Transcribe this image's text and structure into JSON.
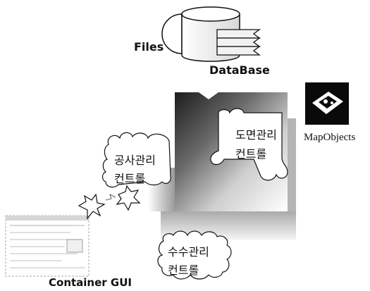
{
  "diagram": {
    "files_label": "Files",
    "database_label": "DataBase",
    "mapobjects_label": "MapObjects",
    "container_label": "Container GUI",
    "drawing_control": {
      "line1": "도면관리",
      "line2": "컨트롤"
    },
    "construction_control": {
      "line1": "공사관리",
      "line2": "컨트롤"
    },
    "waterworks_control": {
      "line1": "수수관리",
      "line2": "컨트롤"
    },
    "icons": [
      "database-cylinder-icon",
      "file-stack-icon",
      "mapobjects-logo-icon",
      "container-gui-window-icon",
      "spark-burst-icon"
    ]
  }
}
